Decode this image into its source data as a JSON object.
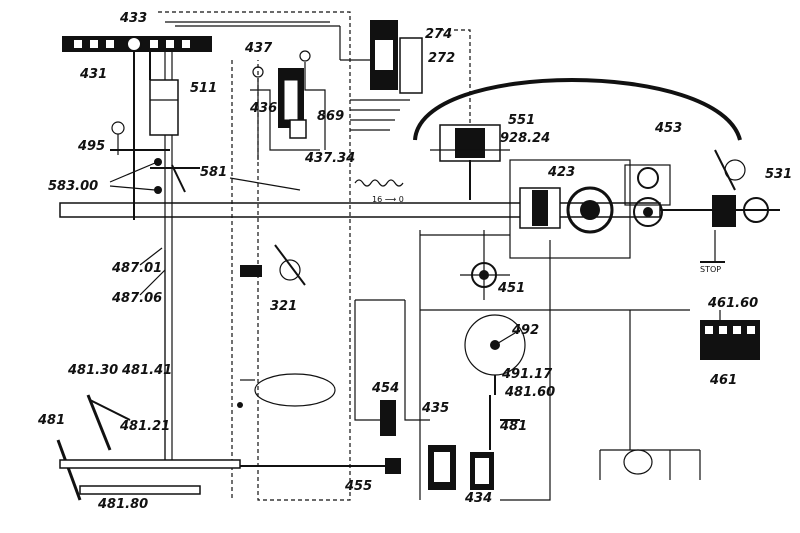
{
  "labels": {
    "l433": "433",
    "l431": "431",
    "l511": "511",
    "l495": "495",
    "l583": "583.00",
    "l437": "437",
    "l436": "436",
    "l869": "869",
    "l274": "274",
    "l272": "272",
    "l551": "551",
    "l92824": "928.24",
    "l453": "453",
    "l531": "531",
    "l43734": "437.34",
    "l581": "581",
    "l423": "423",
    "l48701": "487.01",
    "l48706": "487.06",
    "l321": "321",
    "l451": "451",
    "l46160": "461.60",
    "l461": "461",
    "l492": "492",
    "l49117": "491.17",
    "l48160": "481.60",
    "l454": "454",
    "l435": "435",
    "l481r": "481",
    "l48130": "481.30",
    "l48141": "481.41",
    "l48121": "481.21",
    "l481l": "481",
    "l48180": "481.80",
    "l455": "455",
    "l434": "434",
    "arrow_text": "16 ⟶ 0",
    "stop_text": "STOP"
  }
}
